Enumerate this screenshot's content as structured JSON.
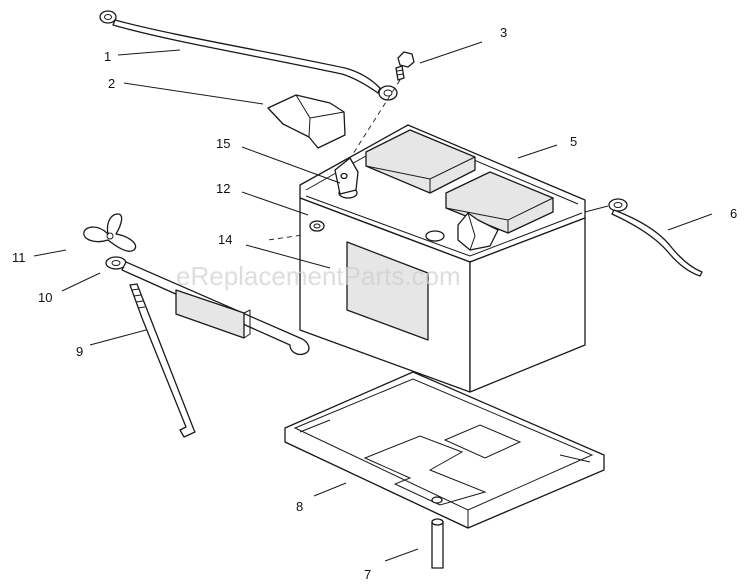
{
  "watermark": "eReplacementParts.com",
  "callouts": [
    {
      "id": "1",
      "label": "1"
    },
    {
      "id": "2",
      "label": "2"
    },
    {
      "id": "3",
      "label": "3"
    },
    {
      "id": "5",
      "label": "5"
    },
    {
      "id": "15",
      "label": "15"
    },
    {
      "id": "12",
      "label": "12"
    },
    {
      "id": "14",
      "label": "14"
    },
    {
      "id": "6",
      "label": "6"
    },
    {
      "id": "11",
      "label": "11"
    },
    {
      "id": "10",
      "label": "10"
    },
    {
      "id": "9",
      "label": "9"
    },
    {
      "id": "8",
      "label": "8"
    },
    {
      "id": "7",
      "label": "7"
    }
  ]
}
